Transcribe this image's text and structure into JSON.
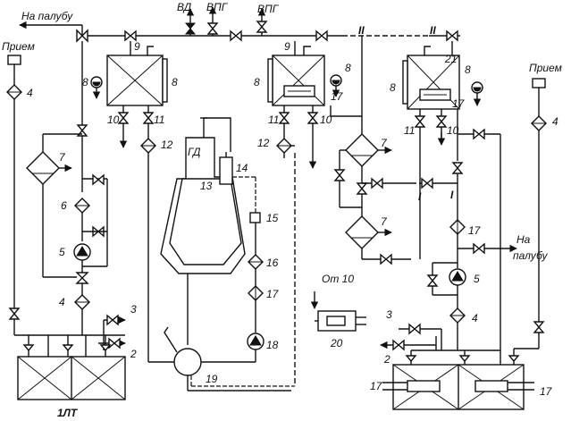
{
  "labels": {
    "to_deck_top": "На палубу",
    "intake_left": "Прием",
    "intake_right": "Прием",
    "vd": "ВД",
    "vpg_1": "ВПГ",
    "vpg_2": "ВПГ",
    "section_2": "II",
    "section_2b": "II",
    "main_engine": "ГД",
    "from_10": "От 10",
    "to_deck_right_1": "На",
    "to_deck_right_2": "палубу",
    "tank_left": "1ЛТ",
    "roman_1a": "I",
    "roman_1b": "I"
  },
  "numbers": {
    "n4_left": "4",
    "n7_left": "7",
    "n6": "6",
    "n5_left": "5",
    "n4_left_b": "4",
    "n3_left": "3",
    "n2_left": "2",
    "n9_a": "9",
    "n8_a": "8",
    "n8_b": "8",
    "n10_a": "10",
    "n11_a": "11",
    "n12_a": "12",
    "n14": "14",
    "n13": "13",
    "n15": "15",
    "n16": "16",
    "n17_mid": "17",
    "n18": "18",
    "n19": "19",
    "n9_b": "9",
    "n8_c": "8",
    "n8_d": "8",
    "n17_b": "17",
    "n11_b": "11",
    "n10_b": "10",
    "n12_b": "12",
    "n7_mid_a": "7",
    "n7_mid_b": "7",
    "n21": "21",
    "n8_e": "8",
    "n8_f": "8",
    "n17_c": "17",
    "n11_c": "11",
    "n10_c": "10",
    "n4_right": "4",
    "n17_right": "17",
    "n5_right": "5",
    "n3_right": "3",
    "n4_right_b": "4",
    "n2_right": "2",
    "n20": "20",
    "n17_tank_a": "17",
    "n17_tank_b": "17"
  }
}
